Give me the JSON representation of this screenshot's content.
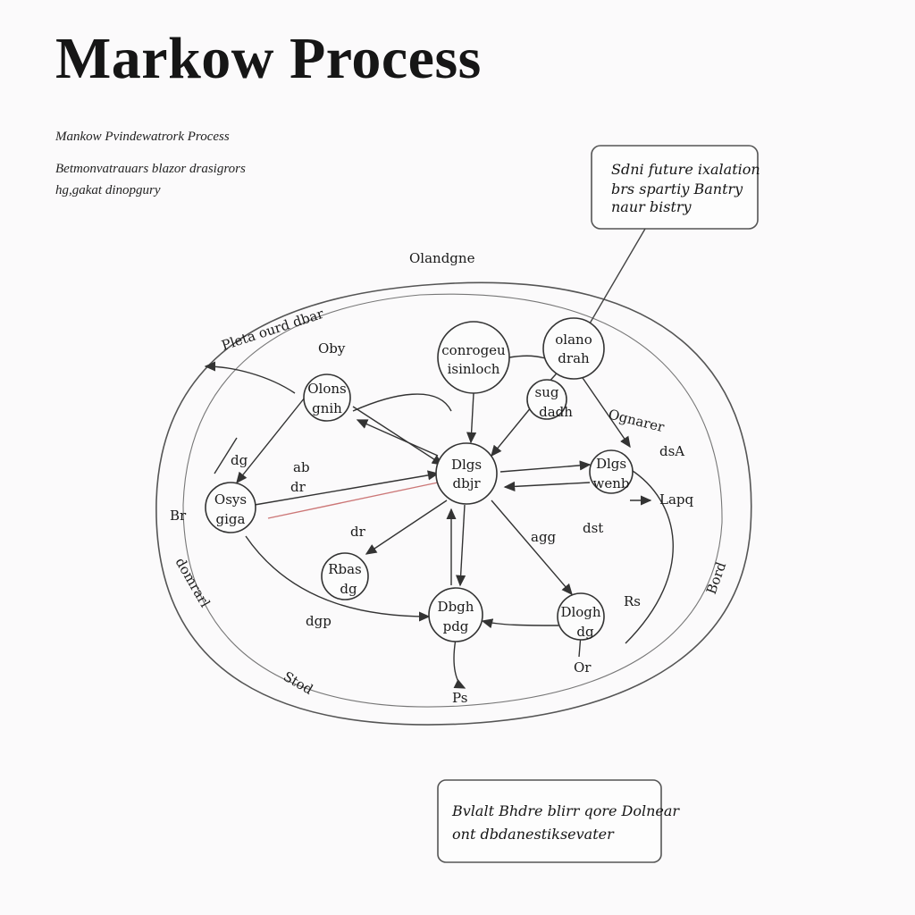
{
  "title": "Markow Process",
  "captions": {
    "line1": "Mankow Pvindewatrork Process",
    "line2": "Betmonvatrauars blazor drasigrors",
    "line3": "hg,gakat dinopgury"
  },
  "top_note": {
    "line1": "Sdni future ixalation",
    "line2": "brs spartiy Bantry",
    "line3": "naur bistry"
  },
  "bottom_note": {
    "line1": "Bvlalt Bhdre blirr qore Dolnear",
    "line2": "ont dbdanestiksevater"
  },
  "states": [
    {
      "id": "center",
      "line1": "Dlgs",
      "line2": "dbjr"
    },
    {
      "id": "top",
      "line1": "conrogeu",
      "line2": "isinloch"
    },
    {
      "id": "topright",
      "line1": "olano",
      "line2": "drah"
    },
    {
      "id": "midtop",
      "line1": "sug",
      "line2": "dadh"
    },
    {
      "id": "upleft",
      "line1": "Olons",
      "line2": "gnih"
    },
    {
      "id": "left",
      "line1": "Osys",
      "line2": "giga"
    },
    {
      "id": "right",
      "line1": "Dlgs",
      "line2": "wenb"
    },
    {
      "id": "lowleft",
      "line1": "Rbas",
      "line2": "dg"
    },
    {
      "id": "bottom",
      "line1": "Dbgh",
      "line2": "pdg"
    },
    {
      "id": "lowright",
      "line1": "Dlogh",
      "line2": "dg"
    }
  ],
  "edge_labels": [
    {
      "id": "el-top",
      "text": "Olandgne"
    },
    {
      "id": "el-topleftarc",
      "text": "Pleta ourd dbar"
    },
    {
      "id": "el-upleft",
      "text": "Oby"
    },
    {
      "id": "el-leftup",
      "text": "dg"
    },
    {
      "id": "el-midleft1",
      "text": "ab"
    },
    {
      "id": "el-midleft2",
      "text": "dr"
    },
    {
      "id": "el-br",
      "text": "Br"
    },
    {
      "id": "el-lowleft",
      "text": "dr"
    },
    {
      "id": "el-dgp",
      "text": "dgp"
    },
    {
      "id": "el-right1",
      "text": "Ognarer"
    },
    {
      "id": "el-right2",
      "text": "dsA"
    },
    {
      "id": "el-lapq",
      "text": "Lapq"
    },
    {
      "id": "el-dst",
      "text": "dst"
    },
    {
      "id": "el-agg",
      "text": "agg"
    },
    {
      "id": "el-rs",
      "text": "Rs"
    },
    {
      "id": "el-or",
      "text": "Or"
    },
    {
      "id": "el-ps",
      "text": "Ps"
    },
    {
      "id": "el-stod",
      "text": "Stod"
    },
    {
      "id": "el-arcleft",
      "text": "domrarl"
    },
    {
      "id": "el-arcright",
      "text": "Bord"
    }
  ]
}
